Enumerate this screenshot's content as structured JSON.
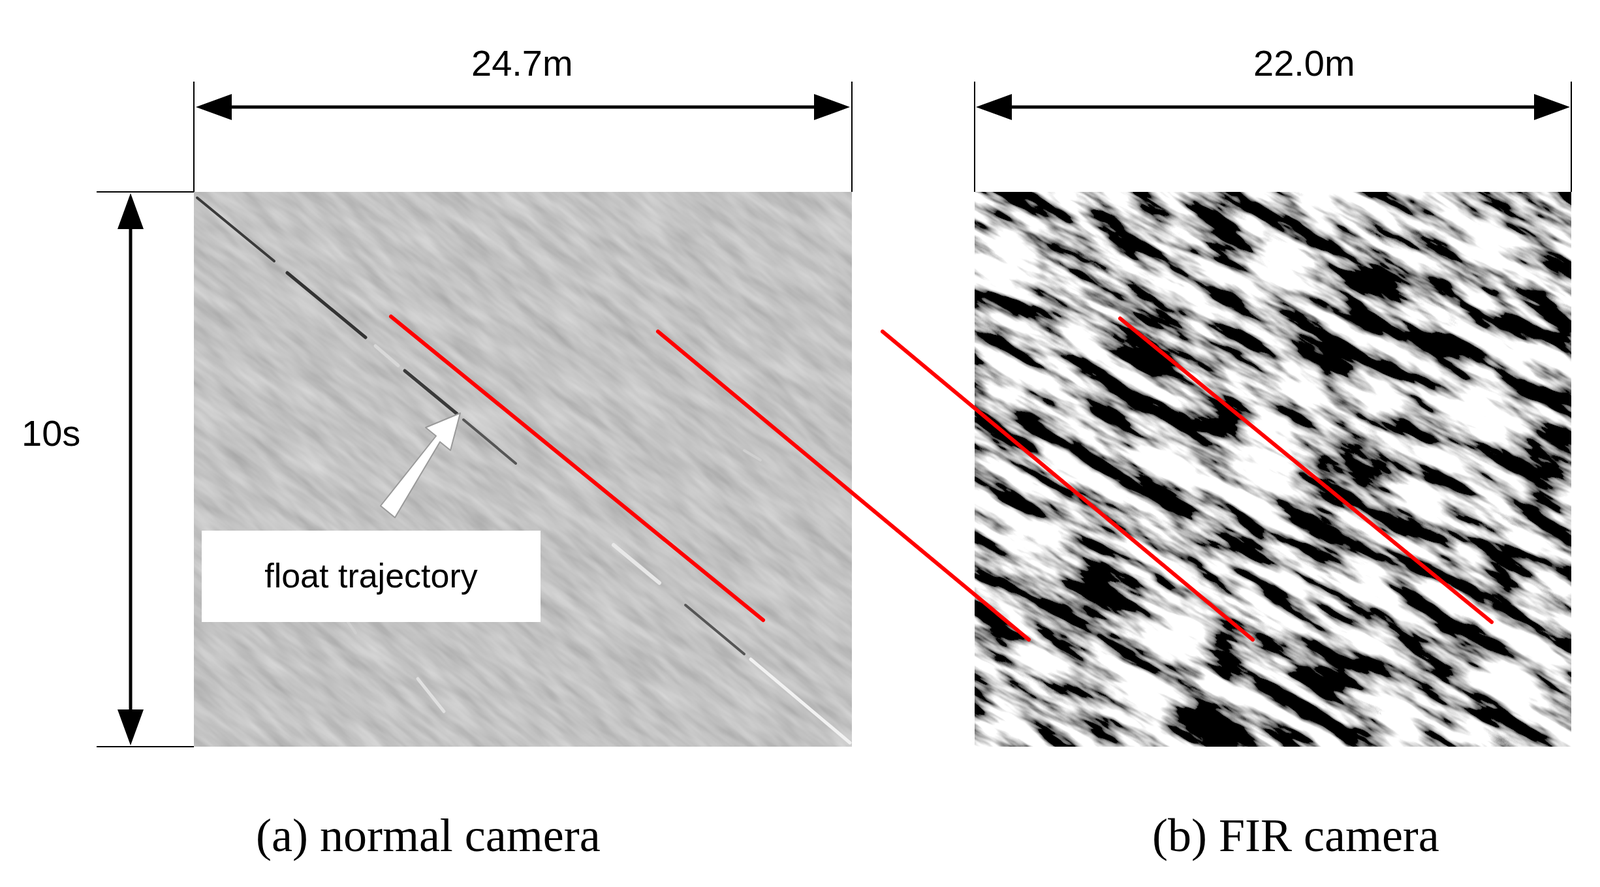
{
  "diagram": {
    "nodes": [
      {
        "text": [
          "float trajectory"
        ]
      }
    ],
    "labels": [
      "24.7m",
      "22.0m",
      "10s",
      "(a) normal camera",
      "(b) FIR camera"
    ]
  }
}
